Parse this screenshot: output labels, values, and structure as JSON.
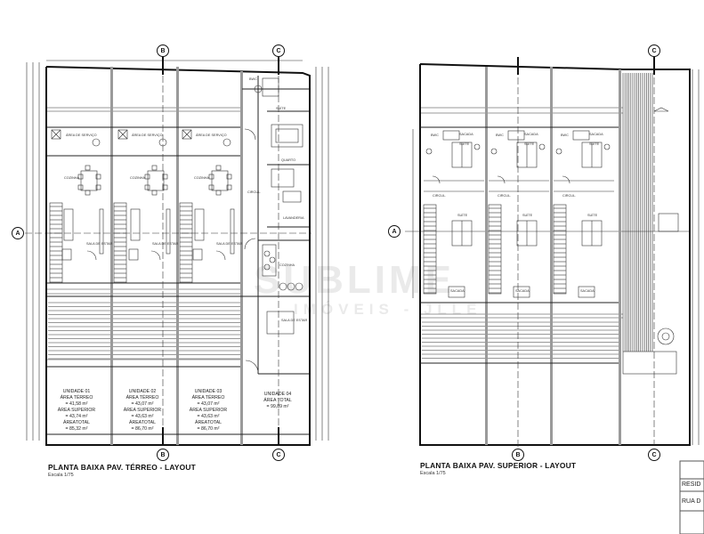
{
  "drawings": [
    {
      "title": "PLANTA BAIXA PAV. TÉRREO - LAYOUT",
      "scale": "Escala 1/75",
      "grid_markers": {
        "top": [
          "B",
          "C"
        ],
        "bottom": [
          "B",
          "C"
        ],
        "side": "A"
      },
      "rooms": {
        "service": "ÁREA DE SERVIÇO",
        "kitchen": "COZINHA",
        "living": "SALA DE ESTAR",
        "suite": "SUÍTE",
        "bedroom": "QUARTO",
        "bath": "BWC",
        "circulation": "CIRCUL.",
        "laundry": "LAVANDERIA"
      },
      "units": [
        {
          "name": "UNIDADE 01",
          "lines": [
            "ÁREA TÉRREO",
            "= 41,58 m²",
            "ÁREA SUPERIOR",
            "= 43,74 m²",
            "ÁREATOTAL",
            "= 85,32 m²"
          ]
        },
        {
          "name": "UNIDADE 02",
          "lines": [
            "ÁREA TÉRREO",
            "= 43,07 m²",
            "ÁREA SUPERIOR",
            "= 43,63 m²",
            "ÁREATOTAL",
            "= 86,70 m²"
          ]
        },
        {
          "name": "UNIDADE 03",
          "lines": [
            "ÁREA TÉRREO",
            "= 43,07 m²",
            "ÁREA SUPERIOR",
            "= 43,63 m²",
            "ÁREATOTAL",
            "= 86,70 m²"
          ]
        },
        {
          "name": "UNIDADE 04",
          "lines": [
            "ÁREA TOTAL",
            "= 99,89 m²"
          ]
        }
      ]
    },
    {
      "title": "PLANTA BAIXA PAV. SUPERIOR - LAYOUT",
      "scale": "Escala 1/75",
      "grid_markers": {
        "top": [
          "B",
          "C"
        ],
        "bottom": [
          "B",
          "C"
        ],
        "side": "A"
      },
      "rooms": {
        "balcony": "SACADA",
        "suite": "SUÍTE",
        "bath": "BWC",
        "circulation": "CIRCUL."
      }
    }
  ],
  "title_block": {
    "row1": "RESID",
    "row2": "RUA D"
  },
  "watermark": {
    "line1": "SUBLIME",
    "line2": "IMÓVEIS - JLLE"
  }
}
